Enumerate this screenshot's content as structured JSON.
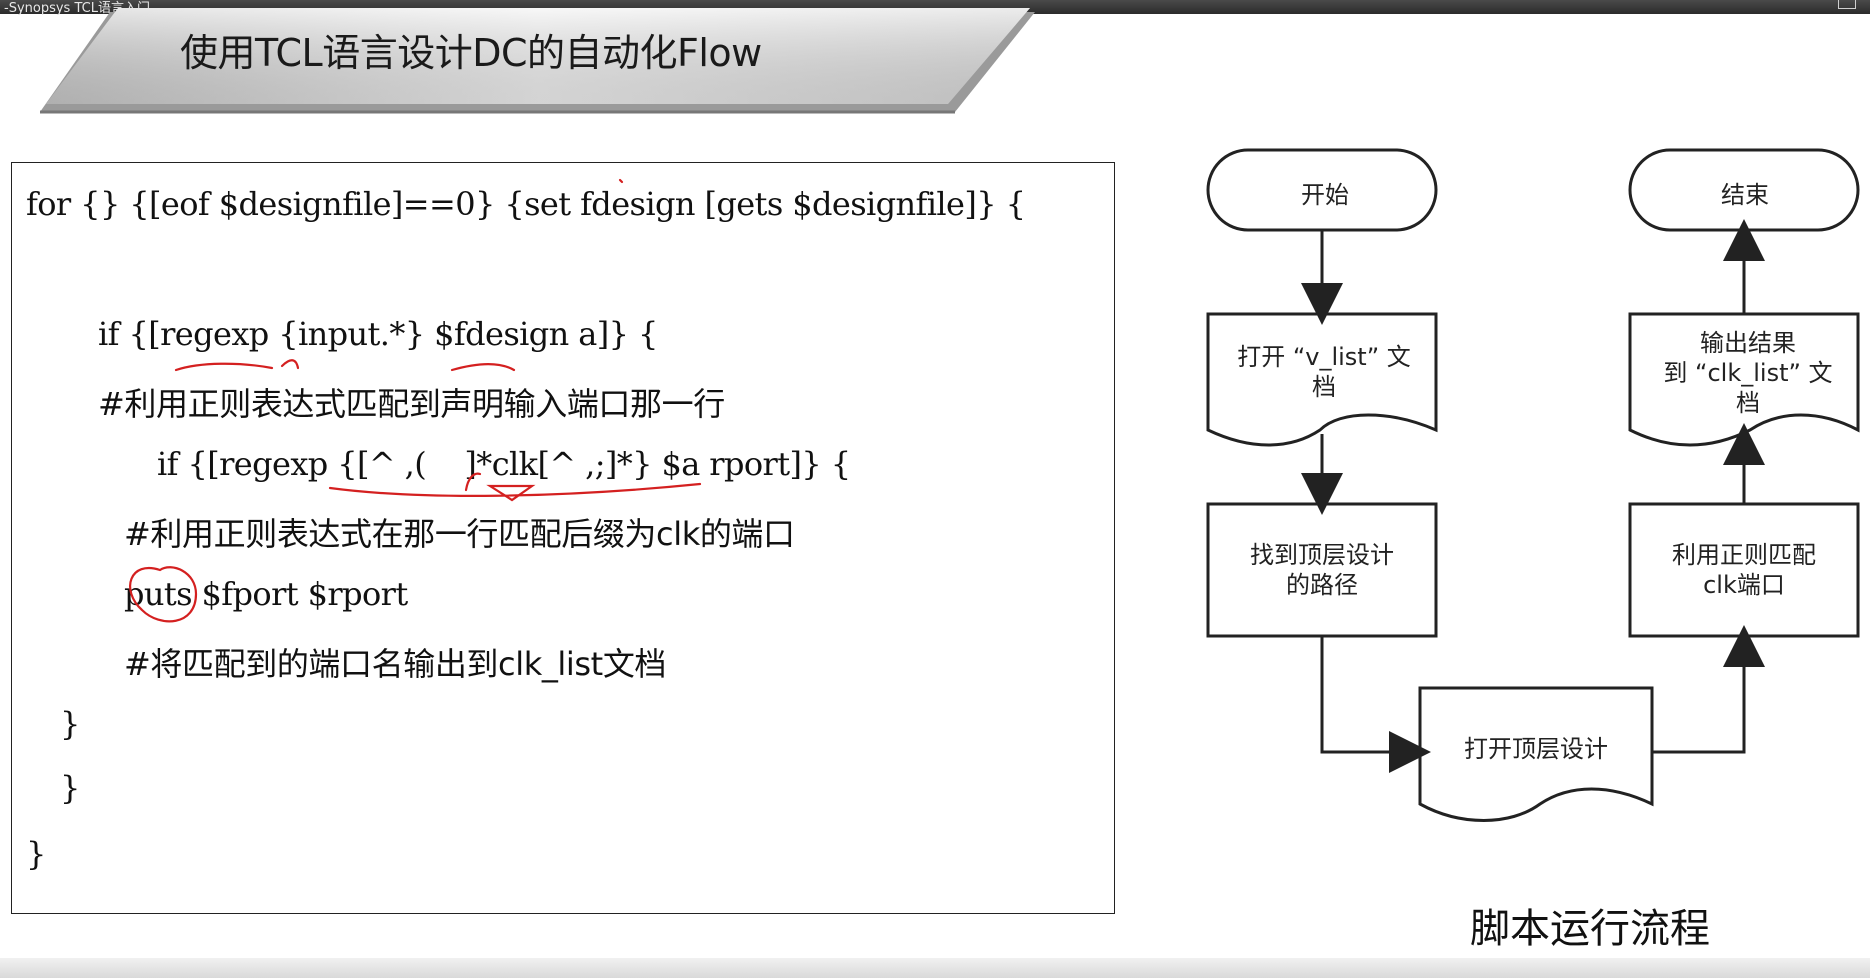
{
  "window": {
    "title": "-Synopsys TCL语言入门"
  },
  "slide": {
    "title": "使用TCL语言设计DC的自动化Flow",
    "code_lines": [
      "for {} {[eof $designfile]==0} {set fdesign [gets $designfile]} {",
      "if {[regexp {input.*} $fdesign a]} {",
      "#利用正则表达式匹配到声明输入端口那一行",
      "if {[regexp {[^ ,(    ]*clk[^ ,;]*} $a rport]} {",
      "#利用正则表达式在那一行匹配后缀为clk的端口",
      "puts $fport $rport",
      "#将匹配到的端口名输出到clk_list文档",
      "}",
      "}",
      "}"
    ]
  },
  "flowchart": {
    "start": "开始",
    "end": "结束",
    "open_vlist": [
      "打开 “v_list” 文",
      "档"
    ],
    "find_path": [
      "找到顶层设计",
      "的路径"
    ],
    "open_top": "打开顶层设计",
    "match_clk": [
      "利用正则匹配",
      "clk端口"
    ],
    "output": [
      "输出结果",
      "到 “clk_list” 文",
      "档"
    ],
    "caption": "脚本运行流程"
  }
}
